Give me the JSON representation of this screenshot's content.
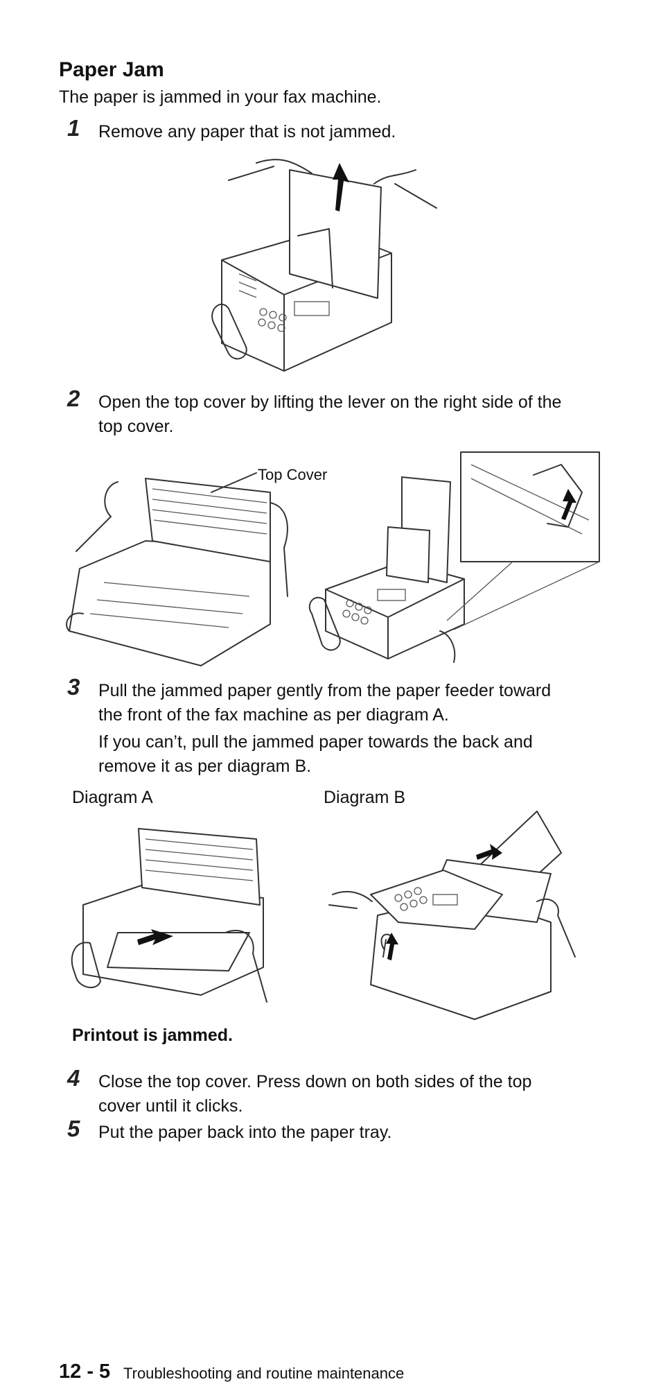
{
  "title": "Paper Jam",
  "intro": "The paper is jammed in your fax machine.",
  "steps": [
    {
      "number": "1",
      "lines": [
        "Remove any paper that is not jammed."
      ]
    },
    {
      "number": "2",
      "lines": [
        "Open the top cover by lifting the lever on the right side of the",
        "top cover."
      ]
    },
    {
      "number": "3",
      "lines": [
        "Pull the jammed paper gently from the paper feeder toward",
        "the front of the fax machine as per diagram A.",
        "If you can’t, pull the jammed paper towards the back and",
        "remove it as per diagram B."
      ]
    },
    {
      "number": "4",
      "lines": [
        "Close the top cover. Press down on both sides of the top",
        "cover until it clicks."
      ]
    },
    {
      "number": "5",
      "lines": [
        "Put the paper back into the paper tray."
      ]
    }
  ],
  "callouts": {
    "top_cover": "Top Cover"
  },
  "diagrams": {
    "a": "Diagram A",
    "b": "Diagram B"
  },
  "printout_heading": "Printout is jammed.",
  "footer": {
    "page_number": "12 - 5",
    "section": "Troubleshooting and routine maintenance"
  }
}
